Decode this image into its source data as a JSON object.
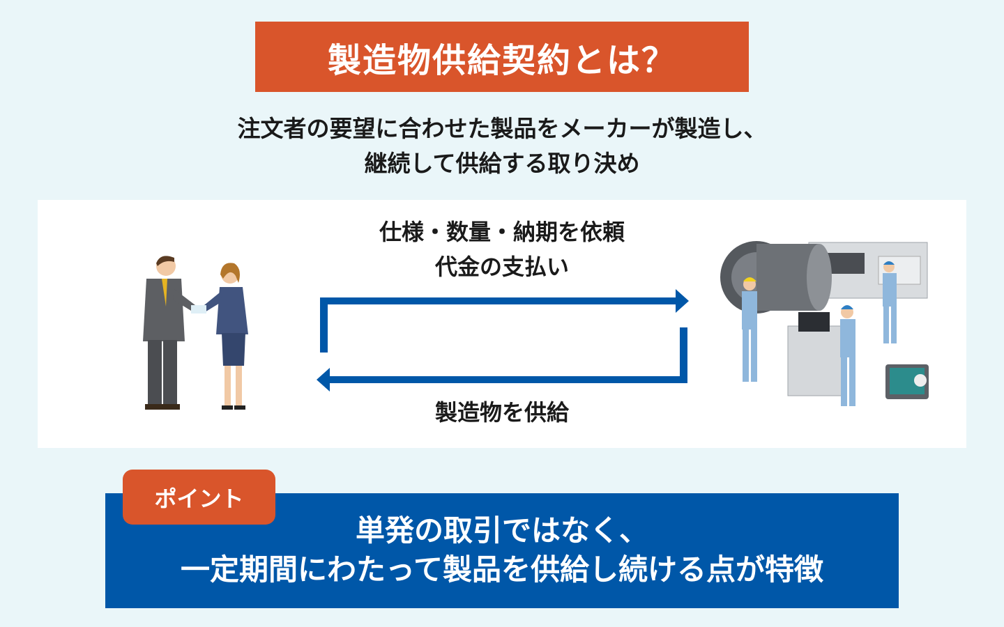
{
  "title": "製造物供給契約とは？",
  "subtitle": {
    "line1": "注文者の要望に合わせた製品をメーカーが製造し、",
    "line2": "継続して供給する取り決め"
  },
  "diagram": {
    "request_line1": "仕様・数量・納期を依頼",
    "request_line2": "代金の支払い",
    "supply": "製造物を供給"
  },
  "point": {
    "tag": "ポイント",
    "line1": "単発の取引ではなく、",
    "line2": "一定期間にわたって製品を供給し続ける点が特徴"
  },
  "colors": {
    "accent_orange": "#d9552b",
    "accent_blue": "#0057a8",
    "background": "#eaf6f9"
  }
}
